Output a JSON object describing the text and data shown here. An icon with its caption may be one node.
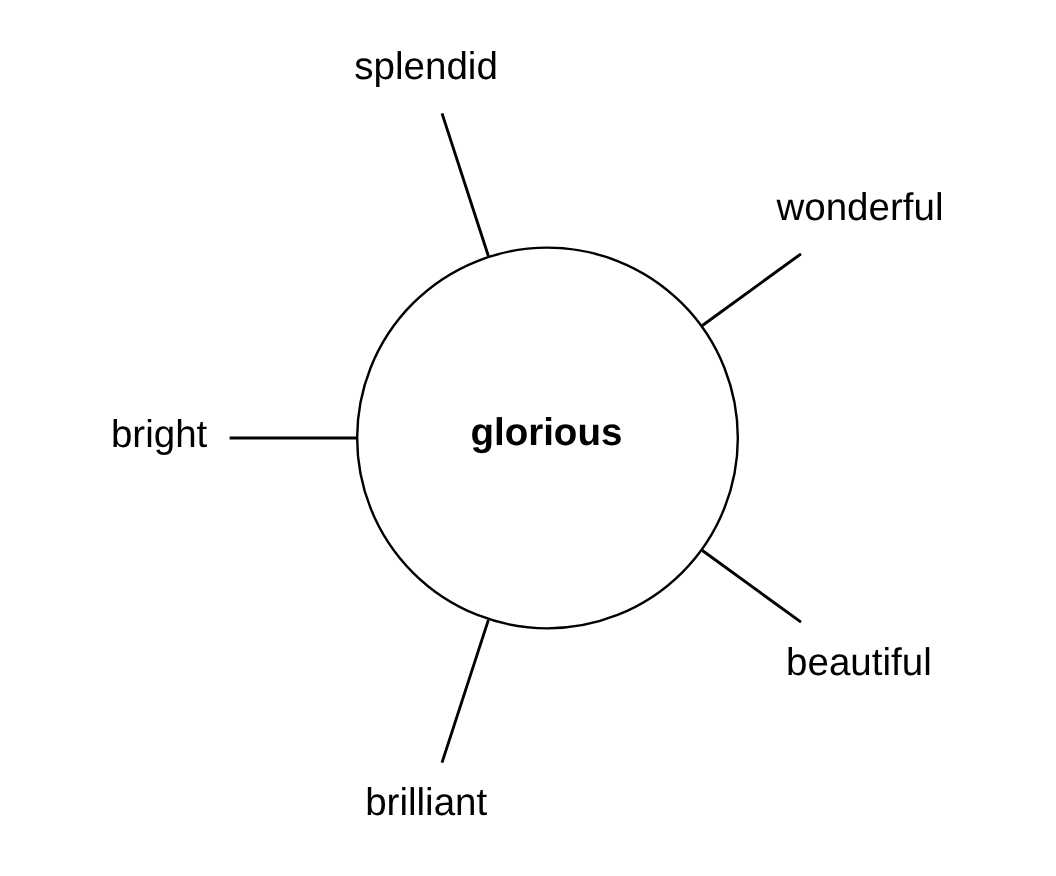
{
  "diagram": {
    "nodes": [
      {
        "text": [
          "wonderful"
        ]
      },
      {
        "text": [
          "splendid"
        ]
      },
      {
        "text": [
          "bright"
        ]
      },
      {
        "text": [
          "glorious"
        ]
      },
      {
        "text": [
          "brilliant"
        ]
      },
      {
        "text": [
          "beautiful"
        ]
      }
    ],
    "edges": [
      {
        "from": 3,
        "to": 0,
        "arrow": "none"
      },
      {
        "from": 3,
        "to": 2,
        "arrow": "none"
      },
      {
        "from": 3,
        "to": 5,
        "arrow": "none"
      },
      {
        "from": 3,
        "to": 4,
        "arrow": "none"
      },
      {
        "from": 3,
        "to": 1,
        "arrow": "none"
      }
    ]
  }
}
